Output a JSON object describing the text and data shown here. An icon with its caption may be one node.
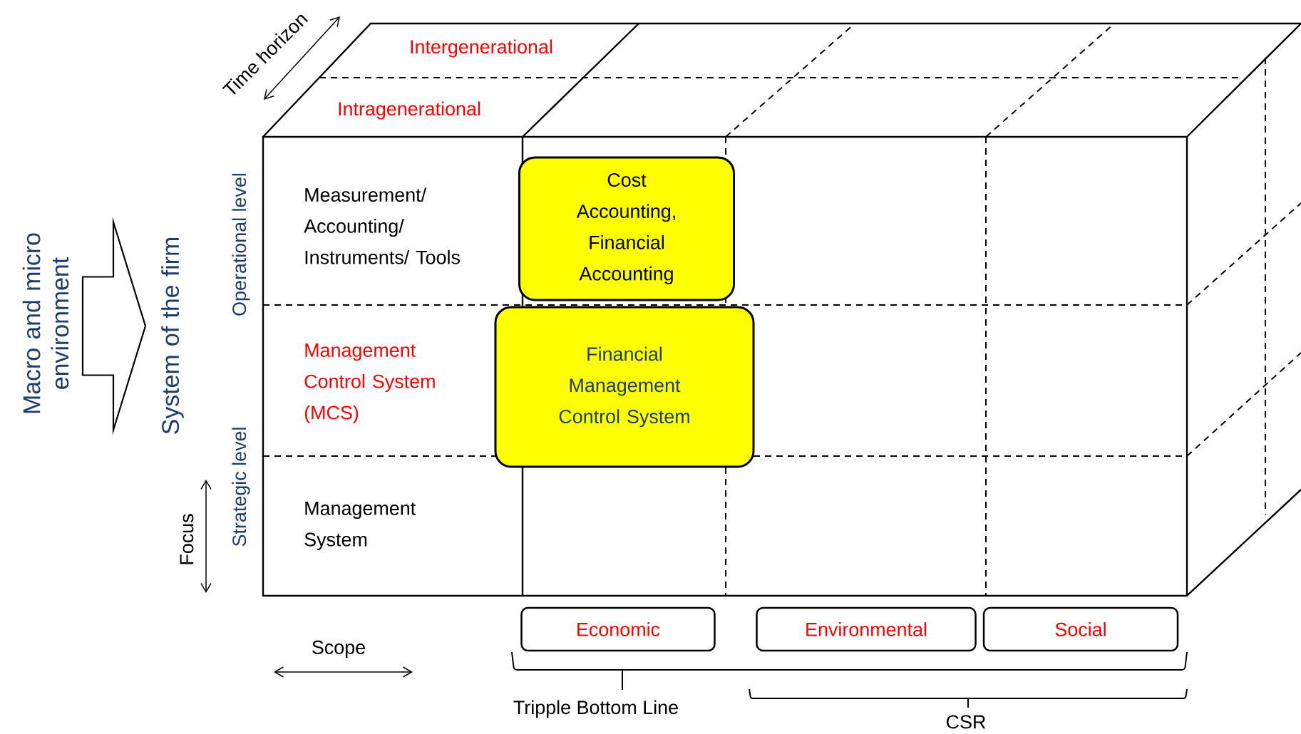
{
  "diagram": {
    "nodes": [
      {
        "text": [
          "Macro and micro environment"
        ]
      },
      {
        "text": [
          "System of the firm"
        ]
      },
      {
        "text": [
          "Cost Accounting, Financial Accounting"
        ]
      },
      {
        "text": [
          "Financial Management Control System"
        ]
      },
      {
        "text": [
          "Economic"
        ]
      },
      {
        "text": [
          "Environmental"
        ]
      },
      {
        "text": [
          "Social"
        ]
      }
    ],
    "edges": [
      {
        "from": 0,
        "to": 1,
        "arrow": "to"
      }
    ],
    "labels": [
      "Time horizon",
      "Intergenerational",
      "Intragenerational",
      "Operational level",
      "Measurement/ Accounting/ Instruments/ Tools",
      "Management Control System (MCS)",
      "Strategic level",
      "Management System",
      "Focus",
      "Scope",
      "Tripple Bottom Line",
      "CSR"
    ]
  }
}
